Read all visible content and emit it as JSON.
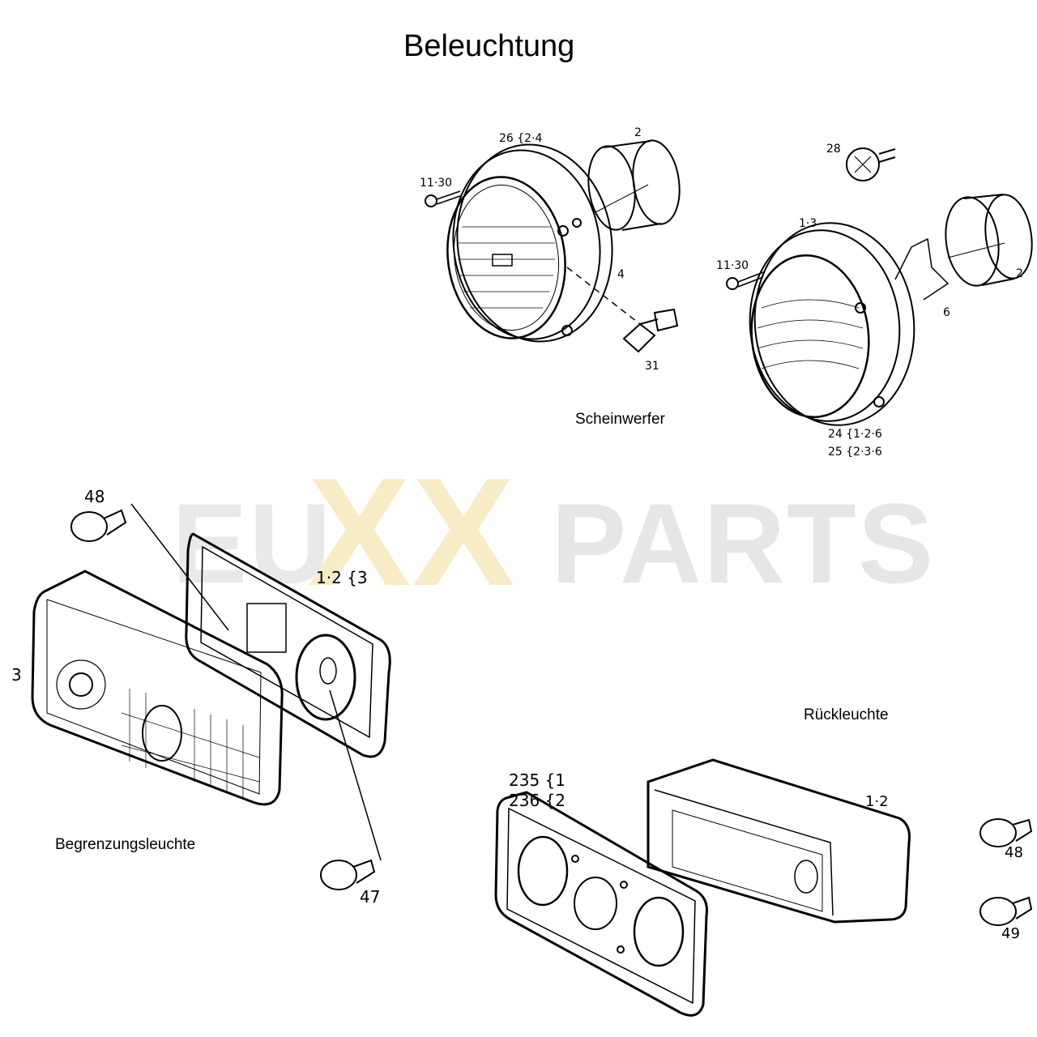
{
  "title": "Beleuchtung",
  "watermark": {
    "part1": "EU",
    "part2": "XX",
    "part3": "PARTS",
    "accent": "#f5d77e"
  },
  "sections": {
    "headlight": "Scheinwerfer",
    "marker_light": "Begrenzungsleuchte",
    "tail_light": "Rückleuchte"
  },
  "callouts": {
    "h1_frame": "26 {2·4",
    "h1_screw": "11·30",
    "h1_housing": "2",
    "h1_wire": "4",
    "h1_bulb": "31",
    "h2_socket": "28",
    "h2_frame": "1·3",
    "h2_screw": "11·30",
    "h2_housing": "2",
    "h2_spring": "6",
    "h2_adjust_a": "24 {1·2·6",
    "h2_adjust_b": "25 {2·3·6",
    "m_bulb_top": "48",
    "m_housing": "1·2 {3",
    "m_lens": "3",
    "m_bulb_bottom": "47",
    "t_lens_a": "235 {1",
    "t_lens_b": "236 {2",
    "t_housing": "1·2",
    "t_bulb_a": "48",
    "t_bulb_b": "49"
  }
}
